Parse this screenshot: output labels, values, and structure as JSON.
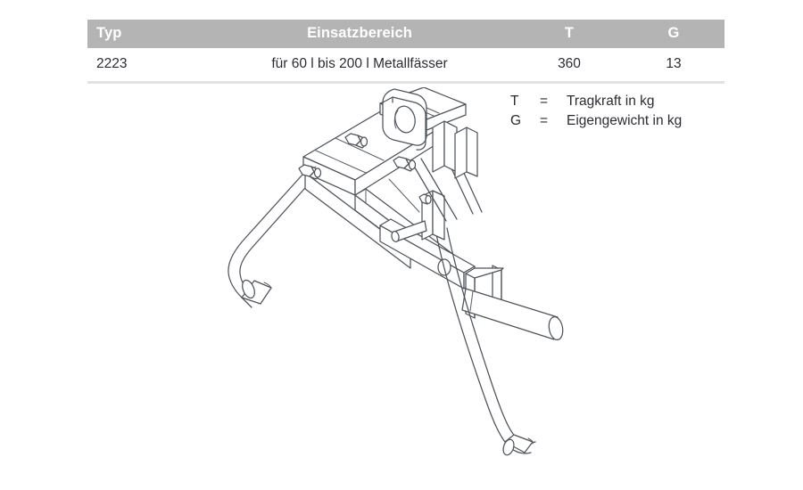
{
  "table": {
    "headers": {
      "typ": "Typ",
      "einsatzbereich": "Einsatzbereich",
      "t": "T",
      "g": "G"
    },
    "rows": [
      {
        "typ": "2223",
        "einsatzbereich": "für 60 l bis 200 l Metallfässer",
        "t": "360",
        "g": "13"
      }
    ],
    "header_bg": "#b4b4b4",
    "header_text_color": "#ffffff",
    "row_border_color": "#e2e2e2"
  },
  "legend": {
    "rows": [
      {
        "key": "T",
        "eq": "=",
        "value": "Tragkraft in kg"
      },
      {
        "key": "G",
        "eq": "=",
        "value": "Eigengewicht in kg"
      }
    ]
  },
  "drawing": {
    "name": "drum-lifting-clamp-technical-illustration",
    "line_color": "#4f535b",
    "fill_color": "#ffffff"
  }
}
